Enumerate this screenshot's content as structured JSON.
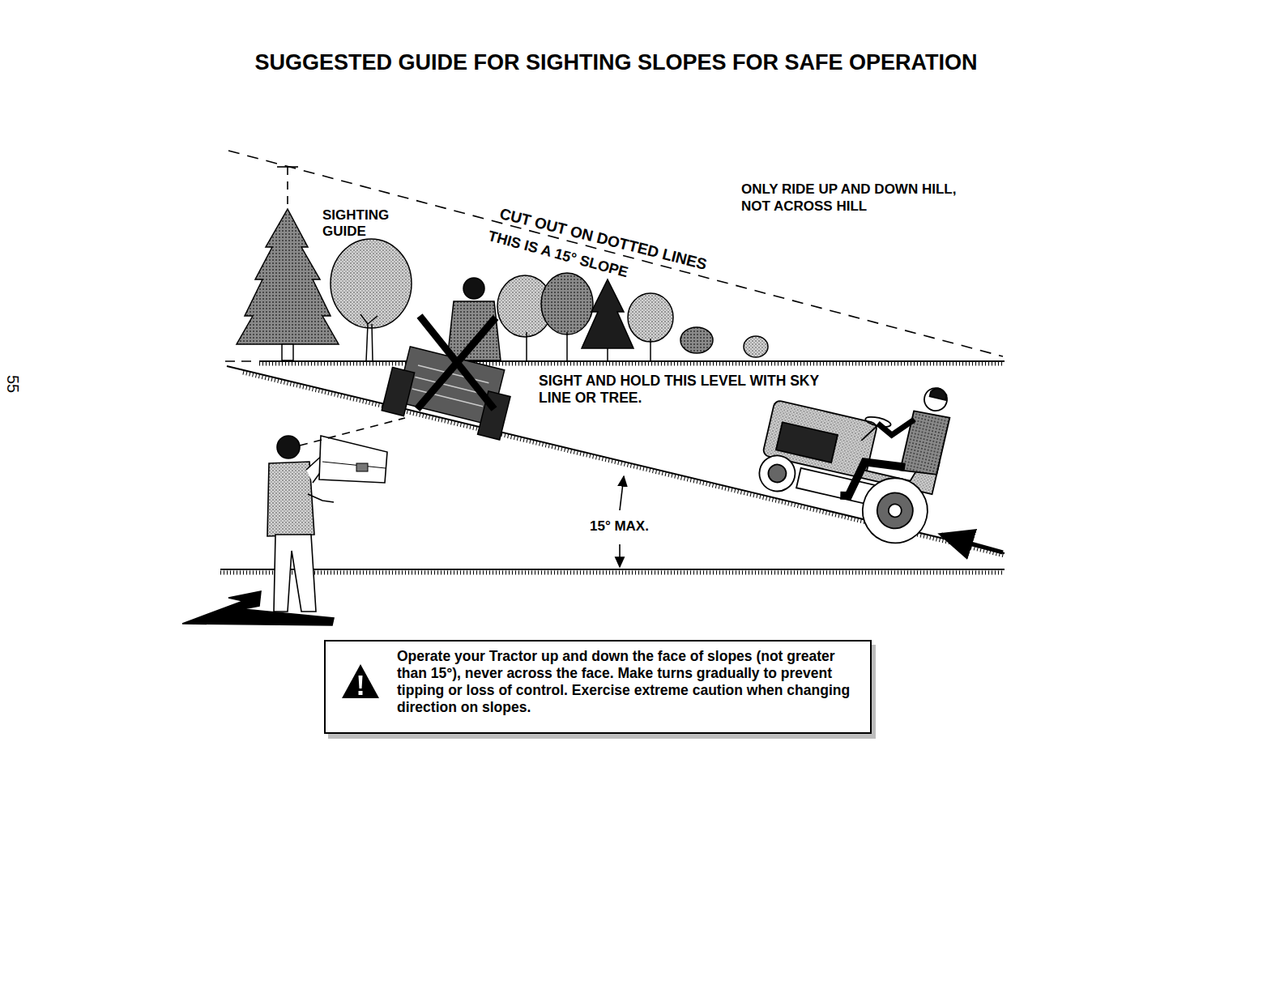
{
  "diagram": {
    "title": "SUGGESTED GUIDE FOR SIGHTING SLOPES FOR SAFE OPERATION",
    "nodes": [
      {
        "text": [
          "Operate your Tractor up and down the face of slopes (not greater than 15°), never across the face. Make turns gradually to prevent tipping or loss of control. Exercise extreme caution when changing direction on slopes."
        ]
      }
    ],
    "labels": [
      "SIGHTING GUIDE",
      "CUT OUT ON DOTTED LINES",
      "THIS IS A 15° SLOPE",
      "ONLY RIDE UP AND DOWN HILL, NOT ACROSS HILL",
      "SIGHT AND HOLD THIS LEVEL WITH SKY LINE OR TREE.",
      "15° MAX.",
      "55"
    ]
  }
}
